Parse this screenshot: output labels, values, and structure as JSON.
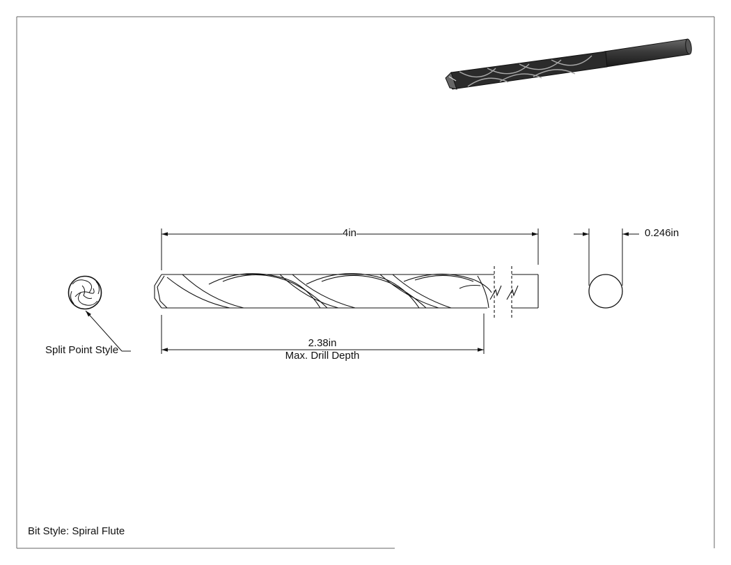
{
  "dimensions": {
    "overall_length": "4in",
    "diameter": "0.246in",
    "drill_depth_value": "2.38in",
    "drill_depth_caption": "Max. Drill Depth"
  },
  "callouts": {
    "point_style": "Split Point Style"
  },
  "footer": {
    "bit_style": "Bit Style: Spiral Flute"
  }
}
